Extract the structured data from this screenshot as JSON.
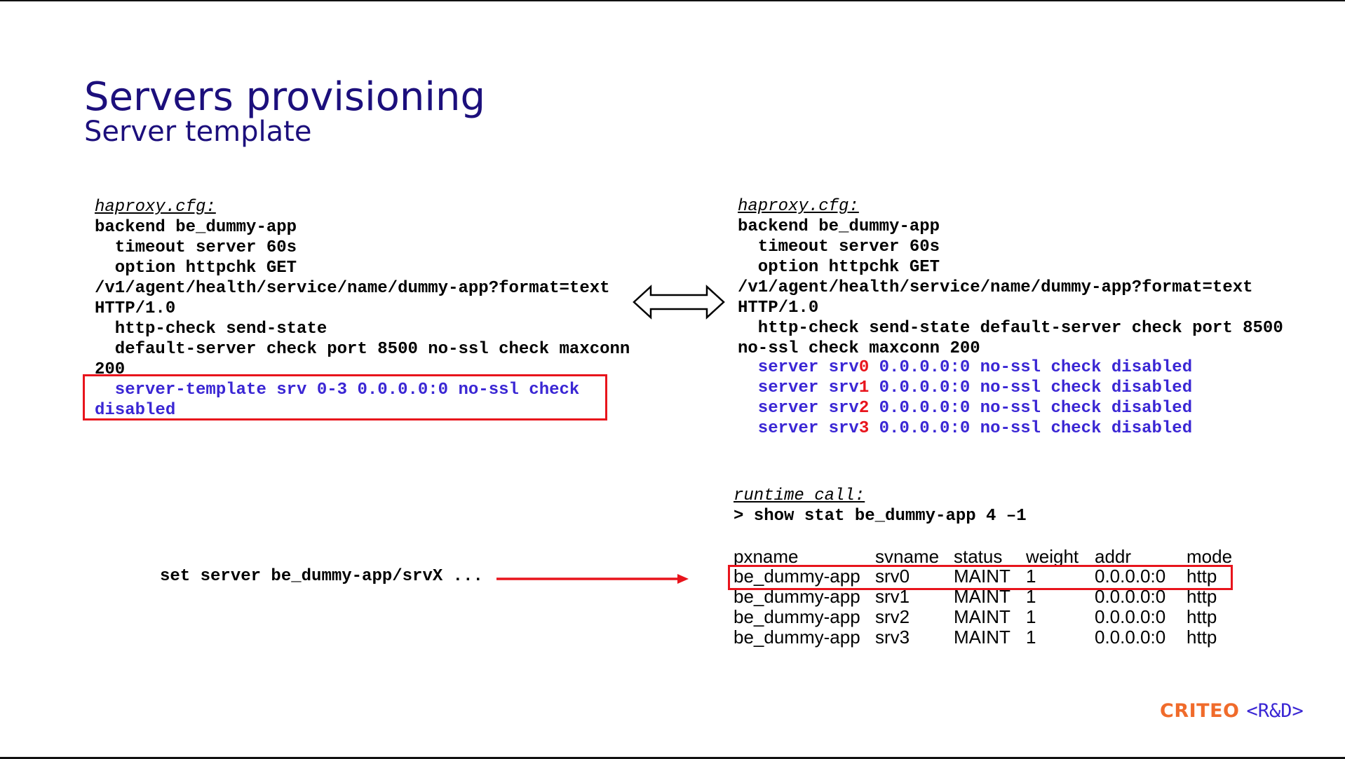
{
  "header": {
    "title": "Servers provisioning",
    "subtitle": "Server template"
  },
  "left_config": {
    "label": "haproxy.cfg:",
    "lines": [
      "backend be_dummy-app",
      "  timeout server 60s",
      "  option httpchk GET",
      "/v1/agent/health/service/name/dummy-app?format=text",
      "HTTP/1.0",
      "  http-check send-state",
      "  default-server check port 8500 no-ssl check maxconn",
      "200"
    ],
    "highlight_lines": [
      "  server-template srv 0-3 0.0.0.0:0 no-ssl check",
      "disabled"
    ]
  },
  "right_config": {
    "label": "haproxy.cfg:",
    "lines": [
      "backend be_dummy-app",
      "  timeout server 60s",
      "  option httpchk GET",
      "/v1/agent/health/service/name/dummy-app?format=text",
      "HTTP/1.0",
      "  http-check send-state default-server check port 8500",
      "no-ssl check maxconn 200"
    ],
    "servers": [
      {
        "prefix": "  server srv",
        "num": "0",
        "suffix": " 0.0.0.0:0 no-ssl check disabled"
      },
      {
        "prefix": "  server srv",
        "num": "1",
        "suffix": " 0.0.0.0:0 no-ssl check disabled"
      },
      {
        "prefix": "  server srv",
        "num": "2",
        "suffix": " 0.0.0.0:0 no-ssl check disabled"
      },
      {
        "prefix": "  server srv",
        "num": "3",
        "suffix": " 0.0.0.0:0 no-ssl check disabled"
      }
    ]
  },
  "runtime": {
    "label": "runtime call:",
    "command": "> show stat be_dummy-app 4 –1"
  },
  "stat_table": {
    "headers": [
      "pxname",
      "svname",
      "status",
      "weight",
      "addr",
      "mode"
    ],
    "rows": [
      [
        "be_dummy-app",
        "srv0",
        "MAINT",
        "1",
        "0.0.0.0:0",
        "http"
      ],
      [
        "be_dummy-app",
        "srv1",
        "MAINT",
        "1",
        "0.0.0.0:0",
        "http"
      ],
      [
        "be_dummy-app",
        "srv2",
        "MAINT",
        "1",
        "0.0.0.0:0",
        "http"
      ],
      [
        "be_dummy-app",
        "srv3",
        "MAINT",
        "1",
        "0.0.0.0:0",
        "http"
      ]
    ]
  },
  "set_server_command": "set server be_dummy-app/srvX ...",
  "logo": {
    "brand": "CRITEO",
    "suffix": "<R&D>"
  },
  "colors": {
    "title": "#1c0f7c",
    "highlight_text": "#3a26d4",
    "emphasis": "#e8141c",
    "brand": "#f06b2b"
  }
}
